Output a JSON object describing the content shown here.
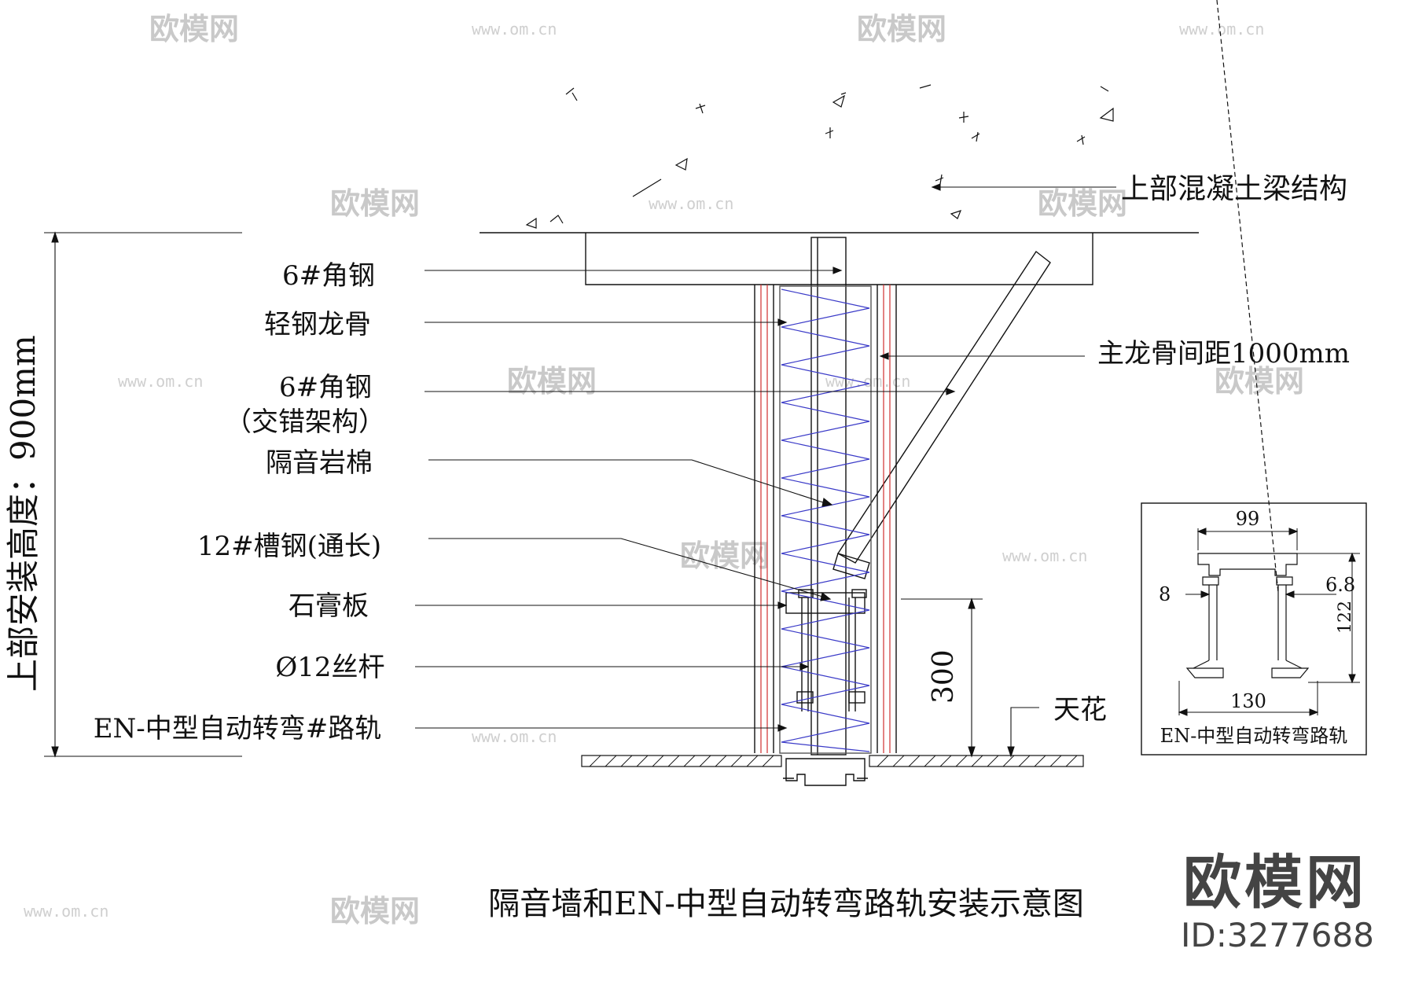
{
  "watermark": {
    "brand": "欧模网",
    "url": "www.om.cn"
  },
  "concrete_label": "上部混凝土梁结构",
  "height_label": "上部安装高度：900mm",
  "left_labels": [
    "6#角钢",
    "轻钢龙骨",
    "6#角钢",
    "（交错架构）",
    "隔音岩棉",
    "12#槽钢(通长)",
    "石膏板",
    "Ø12丝杆",
    "EN-中型自动转弯#路轨"
  ],
  "keel_spacing_label": "主龙骨间距1000mm",
  "dim_300": "300",
  "ceiling_label": "天花",
  "inset": {
    "title": "EN-中型自动转弯路轨",
    "dim_top": "99",
    "dim_left": "8",
    "dim_right": "6.8",
    "dim_height": "122",
    "dim_bottom": "130"
  },
  "caption": "隔音墙和EN-中型自动转弯路轨安装示意图",
  "brand": {
    "logo": "欧模网",
    "id": "ID:3277688"
  },
  "colors": {
    "line": "#111111",
    "insulation": "#3b3bc8",
    "board": "#d03030",
    "watermark": "#c9c9c9"
  }
}
